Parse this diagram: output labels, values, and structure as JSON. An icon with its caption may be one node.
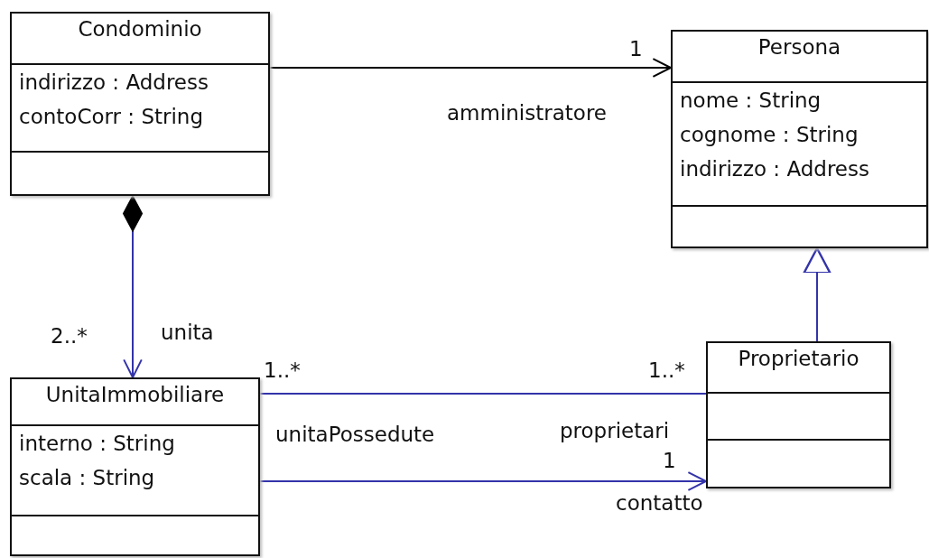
{
  "diagram": {
    "nodes": [
      {
        "text": [
          "Condominio",
          "indirizzo : Address",
          "contoCorr : String"
        ]
      },
      {
        "text": [
          "Persona",
          "nome : String",
          "cognome : String",
          "indirizzo : Address"
        ]
      },
      {
        "text": [
          "UnitaImmobiliare",
          "interno : String",
          "scala : String"
        ]
      },
      {
        "text": [
          "Proprietario"
        ]
      }
    ],
    "edges": [
      {
        "from": 0,
        "to": 1,
        "arrow": "to",
        "color": "#000000"
      },
      {
        "from": 0,
        "to": 2,
        "arrow": "to"
      },
      {
        "from": 2,
        "to": 3,
        "arrow": "none"
      },
      {
        "from": 2,
        "to": 3,
        "arrow": "to"
      },
      {
        "from": 3,
        "to": 1,
        "arrow": "to"
      }
    ],
    "labels": [
      "1",
      "amministratore",
      "2..*",
      "unita",
      "1..*",
      "1..*",
      "unitaPossedute",
      "proprietari",
      "1",
      "contatto"
    ]
  }
}
